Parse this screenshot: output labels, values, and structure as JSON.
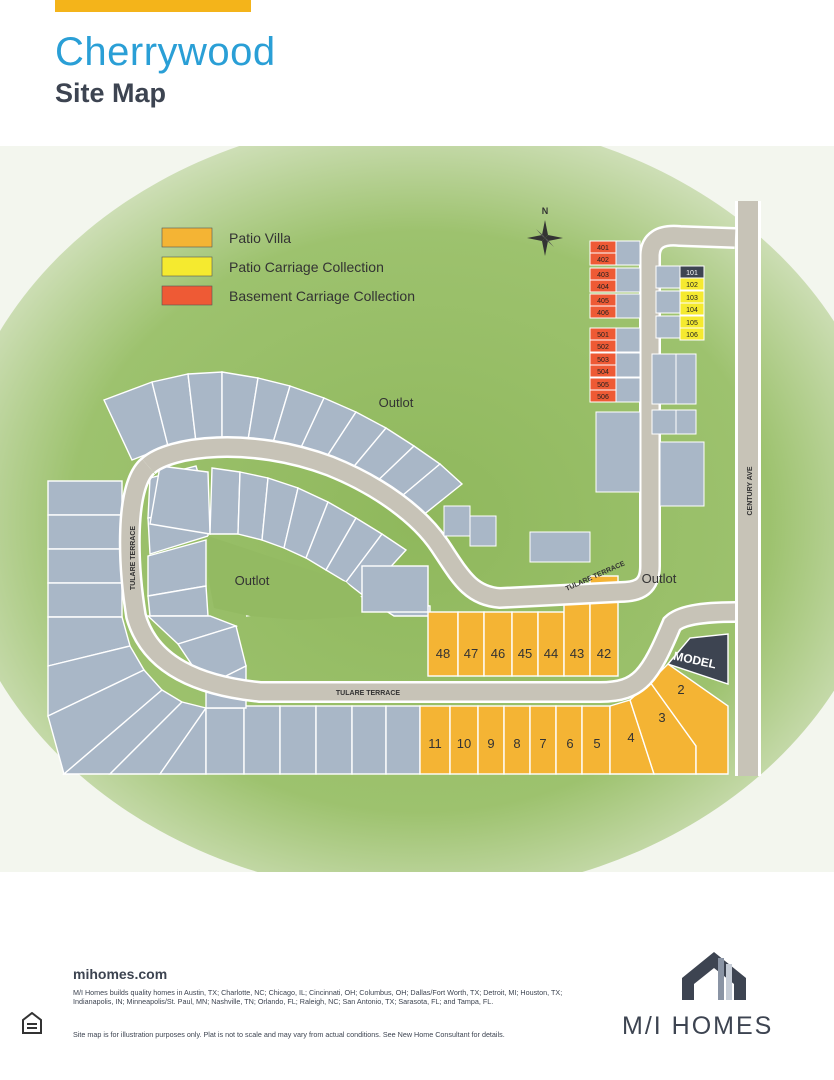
{
  "header": {
    "title": "Cherrywood",
    "subtitle": "Site Map"
  },
  "legend": [
    {
      "label": "Patio Villa",
      "color": "#f4b434"
    },
    {
      "label": "Patio Carriage Collection",
      "color": "#f5ea2f"
    },
    {
      "label": "Basement Carriage Collection",
      "color": "#ee5a35"
    }
  ],
  "compass": {
    "label": "N"
  },
  "map": {
    "outlot_top": "Outlot",
    "outlot_center": "Outlot",
    "outlot_right": "Outlot",
    "model": "MODEL",
    "street_tulare_bottom": "TULARE TERRACE",
    "street_tulare_left": "TULARE TERRACE",
    "street_tulare_right": "TULARE TERRACE",
    "street_century": "CENTURY AVE",
    "lots_top_row": [
      "48",
      "47",
      "46",
      "45",
      "44",
      "43",
      "42"
    ],
    "lots_bottom_row": [
      "11",
      "10",
      "9",
      "8",
      "7",
      "6",
      "5"
    ],
    "lots_corner": [
      "4",
      "3",
      "2"
    ],
    "basement_units": [
      "401",
      "402",
      "403",
      "404",
      "405",
      "406",
      "501",
      "502",
      "503",
      "504",
      "505",
      "506"
    ],
    "carriage_units": [
      "101",
      "102",
      "103",
      "104",
      "105",
      "106"
    ]
  },
  "footer": {
    "url": "mihomes.com",
    "markets": "M/I Homes builds quality homes in Austin, TX; Charlotte, NC; Chicago, IL; Cincinnati, OH; Columbus, OH; Dallas/Fort Worth, TX; Detroit, MI; Houston, TX; Indianapolis, IN; Minneapolis/St. Paul, MN; Nashville, TN; Orlando, FL; Raleigh, NC; San Antonio, TX; Sarasota, FL; and Tampa, FL.",
    "disclaimer": "Site map is for illustration purposes only. Plat is not to scale and may vary from actual conditions. See New Home Consultant for details.",
    "logo_text": "M/I HOMES"
  }
}
